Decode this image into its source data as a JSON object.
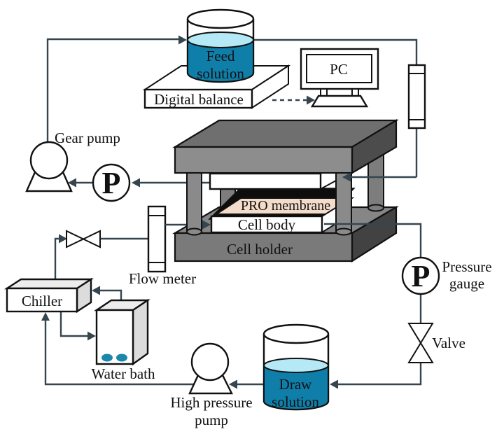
{
  "labels": {
    "feed_line1": "Feed",
    "feed_line2": "solution",
    "digital_balance": "Digital balance",
    "pc": "PC",
    "gear_pump": "Gear pump",
    "pump_gauge_letter": "P",
    "pro_membrane": "PRO membrane",
    "cell_body": "Cell body",
    "cell_holder": "Cell holder",
    "flow_meter": "Flow meter",
    "chiller": "Chiller",
    "water_bath": "Water bath",
    "hp_pump_line1": "High pressure",
    "hp_pump_line2": "pump",
    "draw_line1": "Draw",
    "draw_line2": "solution",
    "gauge_letter": "P",
    "pressure_gauge_line1": "Pressure",
    "pressure_gauge_line2": "gauge",
    "valve": "Valve"
  },
  "colors": {
    "c-pipe": "#35454f",
    "c-ink": "#111111",
    "c-liquid": "#0f7ea9",
    "c-surface": "#b5e9f5",
    "c-teal-dot": "#1b87ad",
    "c-membrane": "#f4dcca",
    "c-plate-front": "#8d8d8d",
    "c-plate-top": "#6f6f6f",
    "c-plate-side": "#4c4c4c",
    "c-holder-front": "#7a7a7a",
    "c-holder-top": "#868686",
    "c-holder-side": "#424242",
    "c-column": "#8a8a8a",
    "c-column-back": "#7d7d7d",
    "c-box-top": "#ededed",
    "c-box-side": "#dcdcdc",
    "c-sandwich": "#0d0d0d"
  }
}
